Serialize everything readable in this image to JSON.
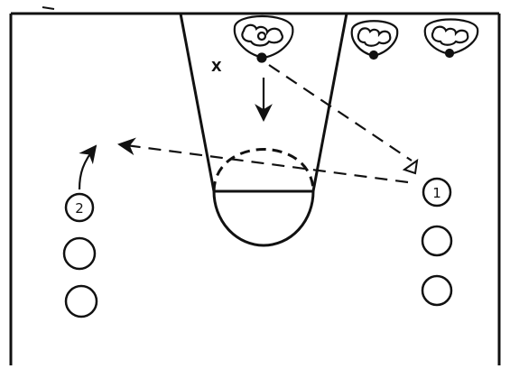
{
  "diagram": {
    "players": [
      {
        "id": "player-1",
        "label": "1"
      },
      {
        "id": "player-2",
        "label": "2"
      }
    ],
    "defender_label": "X",
    "colors": {
      "ink": "#111111",
      "background": "#ffffff"
    },
    "icons": [
      "basketball-rack-icon",
      "player-circle-icon",
      "arrow-icon",
      "cone-marker-icon"
    ]
  }
}
